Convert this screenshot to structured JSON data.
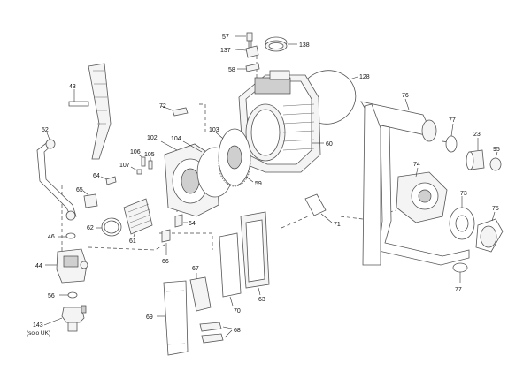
{
  "labels": {
    "l57": "57",
    "l137": "137",
    "l138": "138",
    "l58": "58",
    "l128": "128",
    "l43": "43",
    "l72": "72",
    "l76": "76",
    "l77a": "77",
    "l23": "23",
    "l95": "95",
    "l52": "52",
    "l102": "102",
    "l103": "103",
    "l104": "104",
    "l60": "60",
    "l106": "106",
    "l105": "105",
    "l107": "107",
    "l74": "74",
    "l64a": "64",
    "l59": "59",
    "l65": "65",
    "l73": "73",
    "l75": "75",
    "l62": "62",
    "l61": "61",
    "l64b": "64",
    "l71": "71",
    "l46": "46",
    "l66": "66",
    "l44": "44",
    "l67": "67",
    "l77b": "77",
    "l56": "56",
    "l63": "63",
    "l70": "70",
    "l69": "69",
    "l143": "143",
    "l143note": "(solo UK)",
    "l68": "68"
  }
}
